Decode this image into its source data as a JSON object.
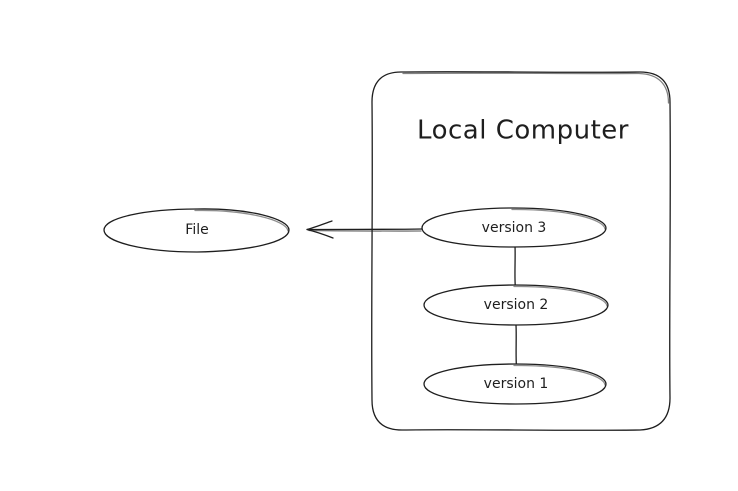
{
  "diagram": {
    "container": {
      "title": "Local Computer"
    },
    "nodes": {
      "file": "File",
      "version3": "version 3",
      "version2": "version 2",
      "version1": "version 1"
    },
    "colors": {
      "stroke": "#1e1e1e",
      "background": "#ffffff"
    }
  }
}
